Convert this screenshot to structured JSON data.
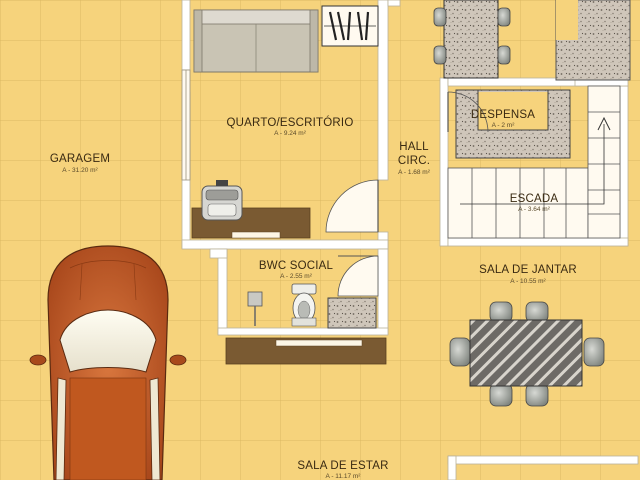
{
  "rooms": {
    "garagem": {
      "name": "GARAGEM",
      "area": "A - 31.20 m²"
    },
    "quarto": {
      "name": "QUARTO/ESCRITÓRIO",
      "area": "A - 9.24 m²"
    },
    "hall": {
      "name_line1": "HALL",
      "name_line2": "CIRC.",
      "area": "A - 1.68 m²"
    },
    "despensa": {
      "name": "DESPENSA",
      "area": "A - 2 m²"
    },
    "escada": {
      "name": "ESCADA",
      "area": "A - 3.64 m²"
    },
    "bwc": {
      "name": "BWC SOCIAL",
      "area": "A - 2.55 m²"
    },
    "sala_jantar": {
      "name": "SALA DE JANTAR",
      "area": "A - 10.55 m²"
    },
    "sala_estar": {
      "name": "SALA DE ESTAR",
      "area": "A - 11.17 m²"
    }
  },
  "colors": {
    "floor": "#f6d37c",
    "grid": "#d9b45c",
    "wall": "#ffffff",
    "wall_edge": "#bfb7a0",
    "counter": "#7a5a32",
    "granite": "#c9c0b4",
    "car": "#c8602a"
  }
}
